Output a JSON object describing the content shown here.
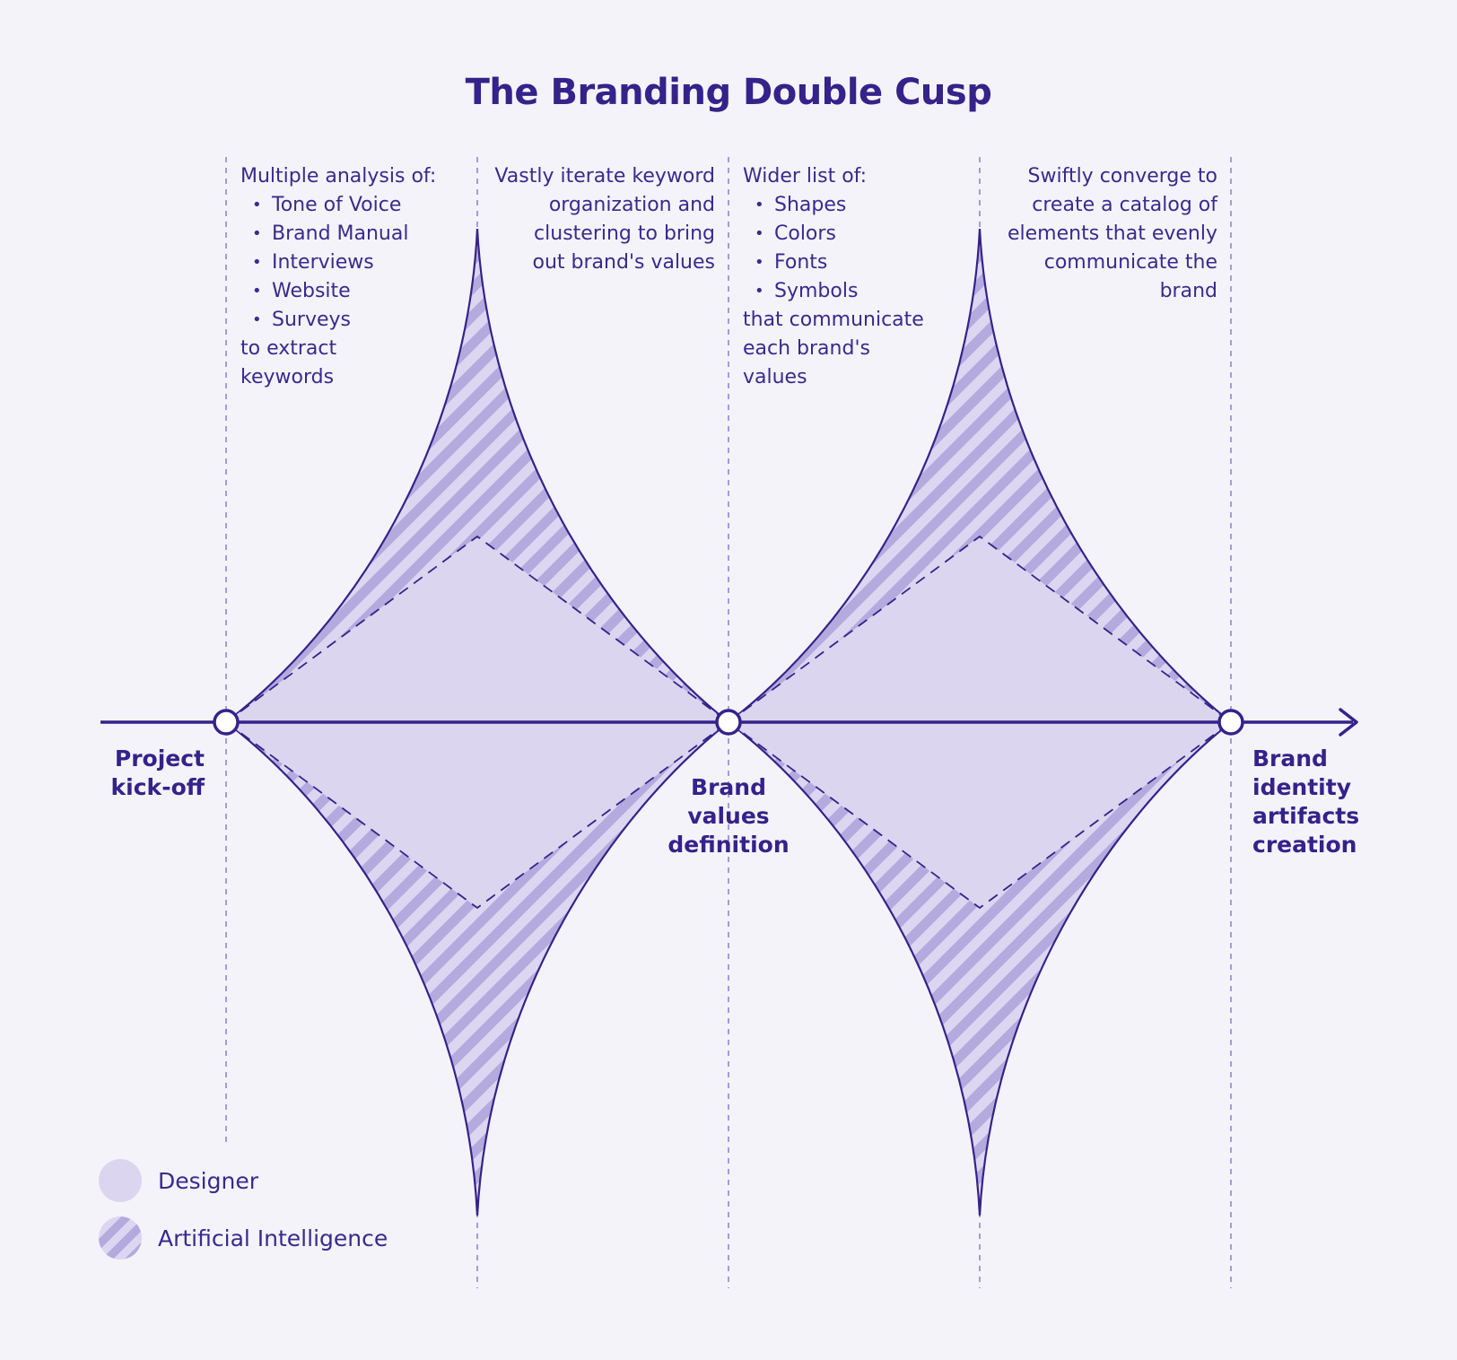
{
  "title": "The Branding Double Cusp",
  "colors": {
    "primary": "#35228a",
    "designer_fill": "#dcd5ef",
    "ai_stripe_dark": "#b5aade",
    "ai_stripe_light": "#ddd6f1",
    "guide_line": "#8a7fce",
    "background": "#f4f3f9"
  },
  "notes": {
    "col1": {
      "intro": "Multiple analysis of:",
      "items": [
        "Tone of Voice",
        "Brand Manual",
        "Interviews",
        "Website",
        "Surveys"
      ],
      "outro_1": "to extract",
      "outro_2": "keywords"
    },
    "col2": {
      "lines": [
        "Vastly iterate keyword",
        "organization and",
        "clustering to bring",
        "out brand's values"
      ]
    },
    "col3": {
      "intro": "Wider list of:",
      "items": [
        "Shapes",
        "Colors",
        "Fonts",
        "Symbols"
      ],
      "outro_1": "that communicate",
      "outro_2": "each brand's",
      "outro_3": "values"
    },
    "col4": {
      "lines": [
        "Swiftly converge to",
        "create a catalog of",
        "elements that evenly",
        "communicate the",
        "brand"
      ]
    }
  },
  "milestones": {
    "kickoff": [
      "Project",
      "kick-off"
    ],
    "values": [
      "Brand",
      "values",
      "definition"
    ],
    "artifacts": [
      "Brand",
      "identity",
      "artifacts",
      "creation"
    ]
  },
  "legend": {
    "designer": "Designer",
    "ai": "Artificial Intelligence"
  },
  "icons": {
    "milestone_node": "circle-node-icon",
    "timeline_arrow": "arrow-right-icon"
  }
}
